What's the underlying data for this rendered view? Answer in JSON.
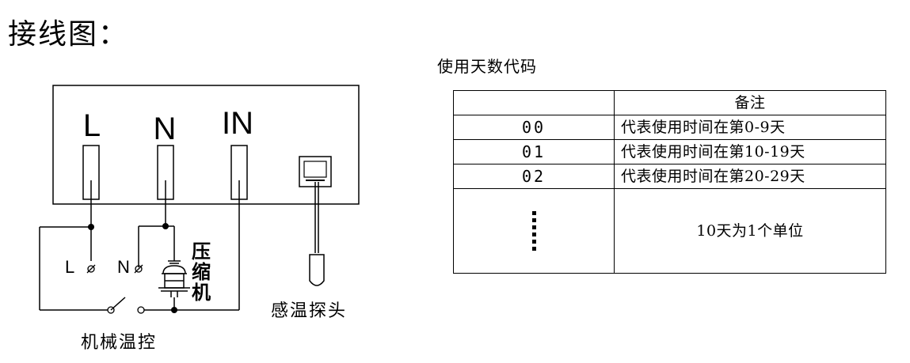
{
  "title": "接线图：",
  "diagram": {
    "terminals": [
      "L",
      "N",
      "IN"
    ],
    "small_labels": [
      "L",
      "N"
    ],
    "compressor_label": [
      "压",
      "缩",
      "机"
    ],
    "probe_label": "感温探头",
    "thermostat_label": "机械温控"
  },
  "table": {
    "title": "使用天数代码",
    "header_note": "备注",
    "rows": [
      {
        "code": "00",
        "note": "代表使用时间在第0-9天"
      },
      {
        "code": "01",
        "note": "代表使用时间在第10-19天"
      },
      {
        "code": "02",
        "note": "代表使用时间在第20-29天"
      }
    ],
    "footer_note": "10天为1个单位"
  }
}
